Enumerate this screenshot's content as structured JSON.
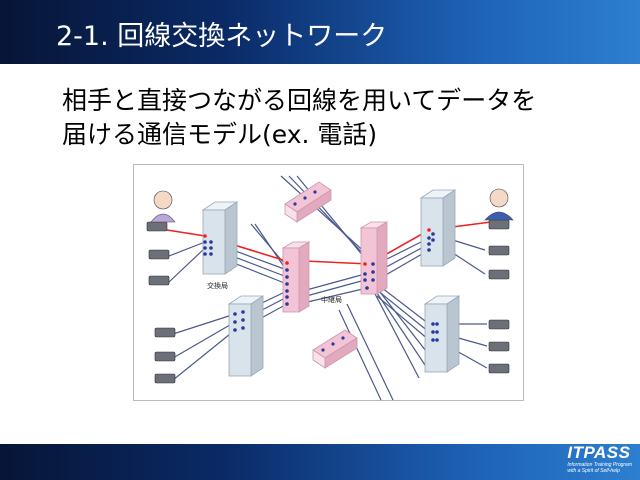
{
  "slide": {
    "title": "2-1. 回線交換ネットワーク",
    "body_lines": [
      "相手と直接つながる回線を用いてデータを",
      "届ける通信モデル(ex. 電話)"
    ]
  },
  "diagram": {
    "labels": {
      "local_exchange": "交換局",
      "relay_exchange": "中継局"
    },
    "colors": {
      "line": "#4a5a8c",
      "active_line": "#ee2222",
      "exchange": "#d8e3ec",
      "relay": "#f2c4d6",
      "dot": "#2a3a9a"
    }
  },
  "footer": {
    "brand": "ITPASS",
    "tagline_1": "Information Training Program",
    "tagline_2": "with a Spirit of Self-help"
  }
}
